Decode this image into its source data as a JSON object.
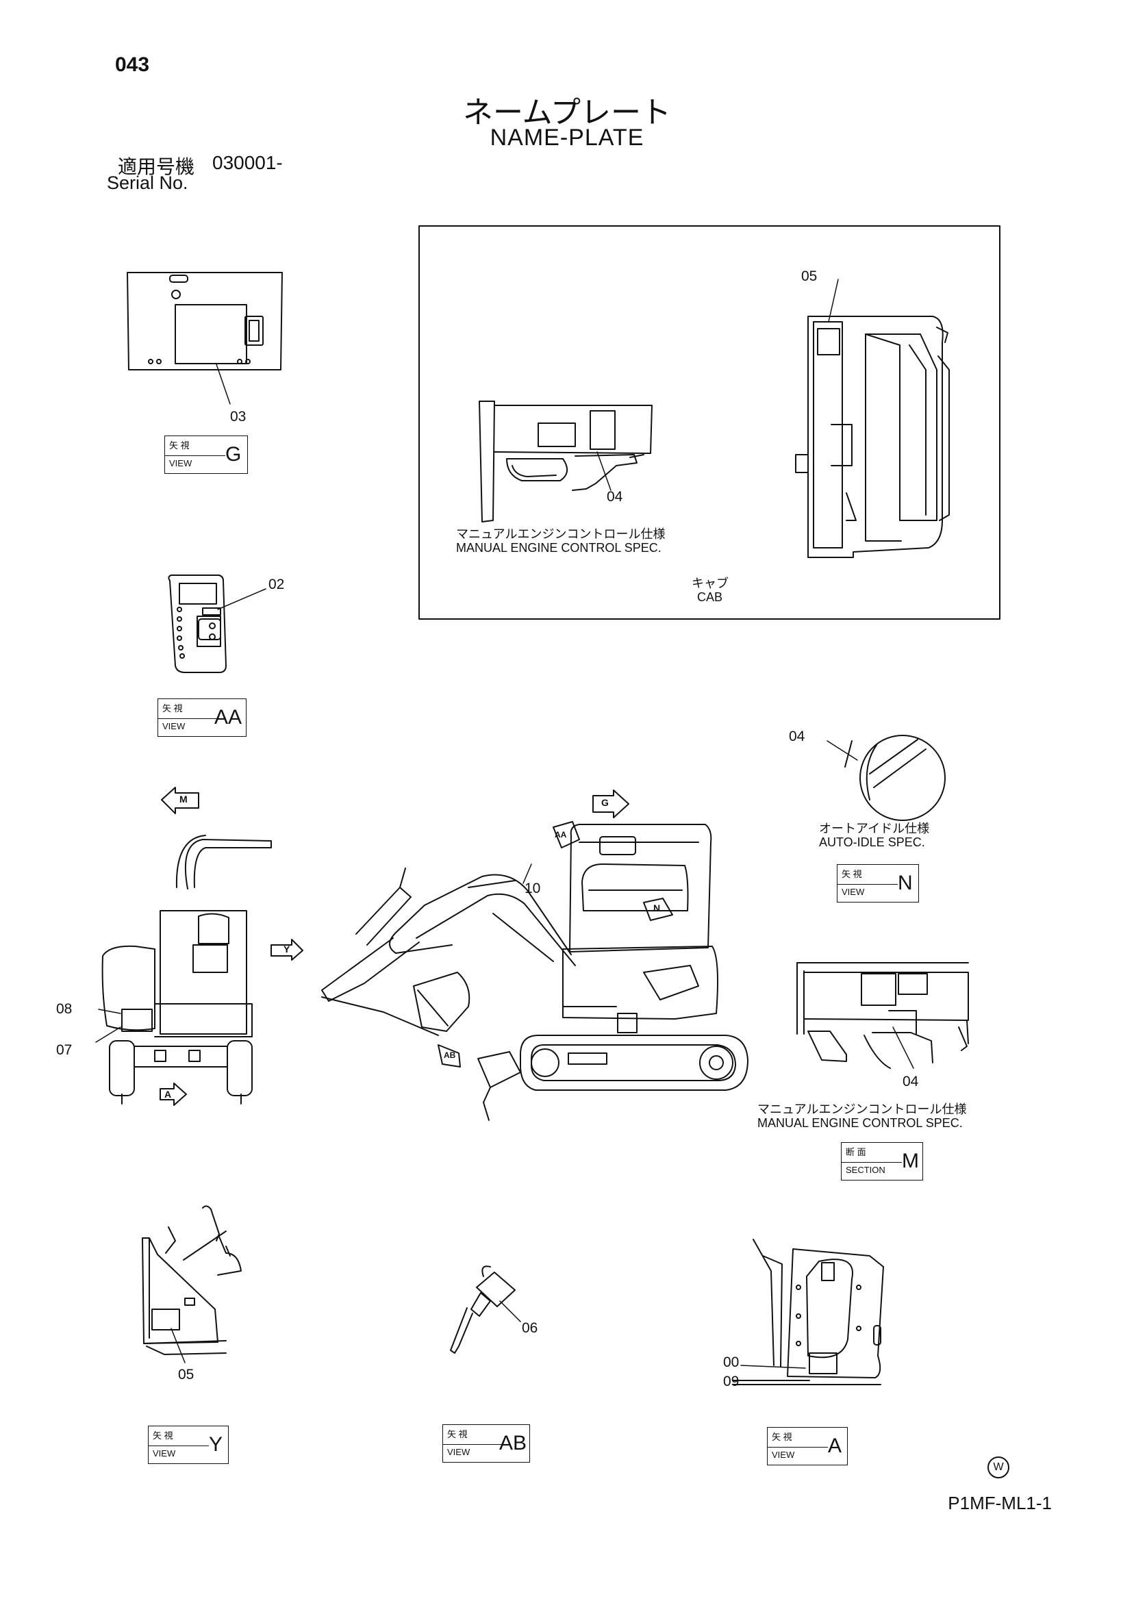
{
  "page_number": "043",
  "title_jp": "ネームプレート",
  "title_en": "NAME-PLATE",
  "serial": {
    "label_jp": "適用号機",
    "value": "030001-",
    "label_en": "Serial No."
  },
  "callouts": {
    "c03": "03",
    "c02": "02",
    "c04_cab": "04",
    "c05_cab": "05",
    "c04_auto": "04",
    "c10": "10",
    "c08": "08",
    "c07": "07",
    "c04_section": "04",
    "c05_viewy": "05",
    "c06": "06",
    "c00": "00",
    "c09": "09"
  },
  "captions": {
    "manual_engine_jp": "マニュアルエンジンコントロール仕様",
    "manual_engine_en": "MANUAL ENGINE CONTROL SPEC.",
    "cab_jp": "キャブ",
    "cab_en": "CAB",
    "auto_idle_jp": "オートアイドル仕様",
    "auto_idle_en": "AUTO-IDLE SPEC.",
    "manual_engine2_jp": "マニュアルエンジンコントロール仕様",
    "manual_engine2_en": "MANUAL ENGINE CONTROL SPEC."
  },
  "view_tags": {
    "jp": "矢 視",
    "en": "VIEW",
    "section_jp": "断 面",
    "section_en": "SECTION",
    "g": "G",
    "aa": "AA",
    "n": "N",
    "m": "M",
    "y": "Y",
    "ab": "AB",
    "a": "A"
  },
  "arrows": {
    "m": "M",
    "g": "G",
    "aa": "AA",
    "y": "Y",
    "n": "N",
    "ab": "AB",
    "a": "A"
  },
  "drawing_code": "P1MF-ML1-1",
  "corner_mark": "W"
}
